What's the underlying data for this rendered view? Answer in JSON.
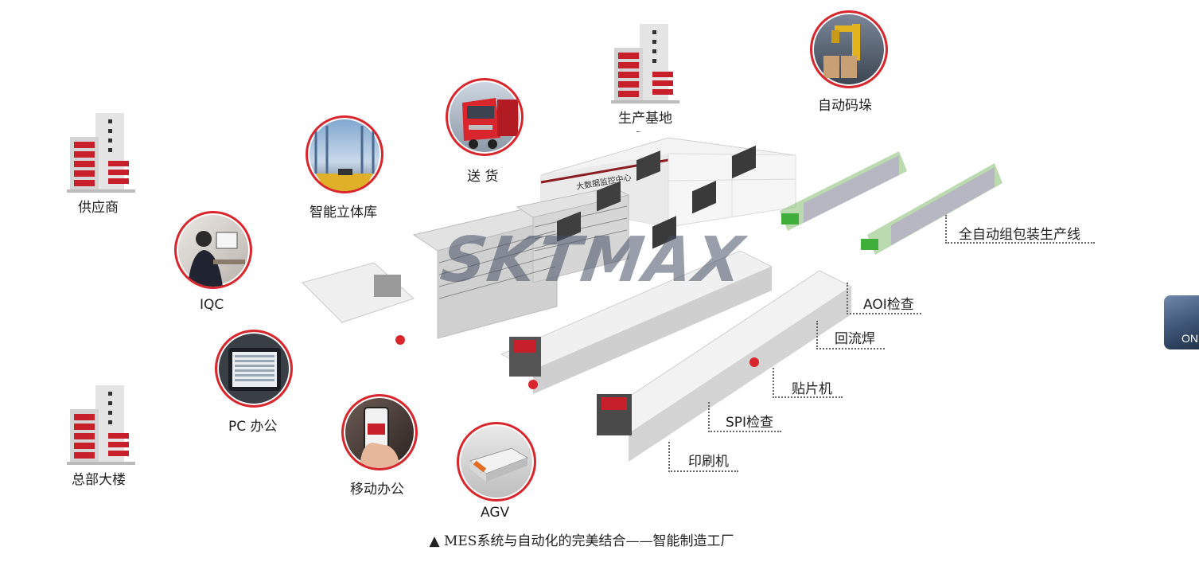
{
  "labels": {
    "supplier": "供应商",
    "headquarters": "总部大楼",
    "iqc": "IQC",
    "pc_office": "PC 办公",
    "mobile_office": "移动办公",
    "agv": "AGV",
    "smart_warehouse": "智能立体库",
    "delivery": "送 货",
    "production_base": "生产基地",
    "auto_palletizing": "自动码垛",
    "packaging_line": "全自动组包装生产线",
    "aoi": "AOI检查",
    "reflow": "回流焊",
    "pick_place": "贴片机",
    "spi": "SPI检查",
    "printer": "印刷机",
    "monitor_center": "大数据监控中心",
    "watermark": "SKTMAX"
  },
  "caption": "▲ MES系统与自动化的完美结合——智能制造工厂",
  "side_widget_text": "ON",
  "colors": {
    "accent_red": "#d9262d",
    "building_gray": "#d8d8d8",
    "window_red": "#c8202a"
  },
  "icons": [
    "building-icon",
    "worker-photo-icon",
    "tablet-photo-icon",
    "phone-photo-icon",
    "agv-robot-icon",
    "warehouse-photo-icon",
    "truck-photo-icon",
    "robot-arm-photo-icon"
  ]
}
